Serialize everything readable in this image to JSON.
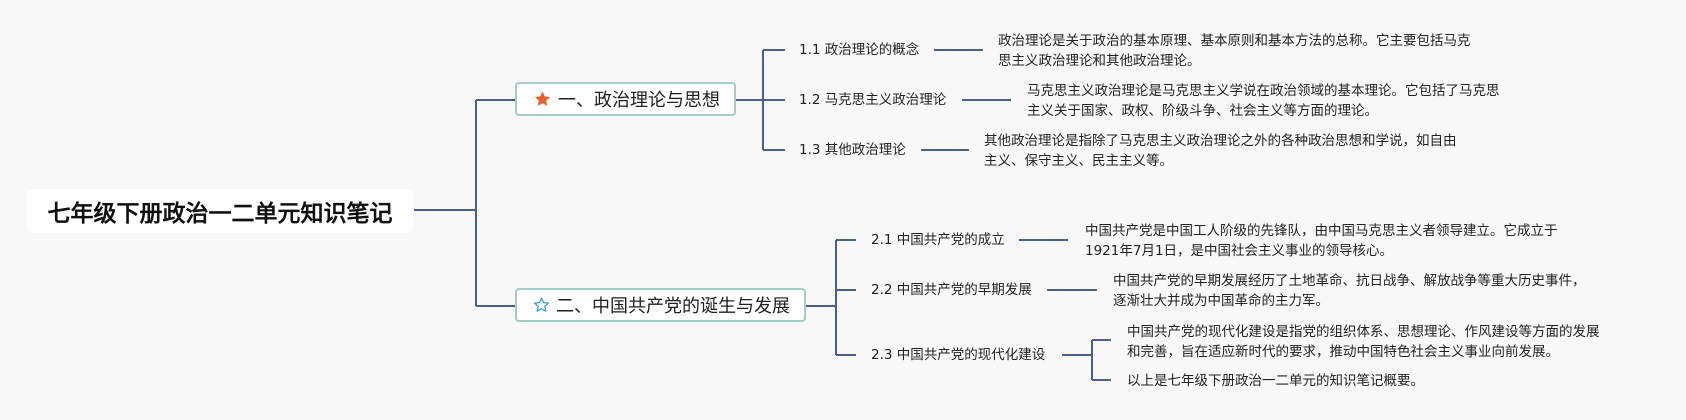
{
  "root": {
    "title": "七年级下册政治一二单元知识笔记"
  },
  "topics": [
    {
      "label": "一、政治理论与思想",
      "icon": "star-filled-icon",
      "icon_color": "#e8622a",
      "subtopics": [
        {
          "label": "1.1 政治理论的概念",
          "desc": [
            "政治理论是关于政治的基本原理、基本原则和基本方法的总称。它主要包括马克",
            "思主义政治理论和其他政治理论。"
          ]
        },
        {
          "label": "1.2 马克思主义政治理论",
          "desc": [
            "马克思主义政治理论是马克思主义学说在政治领域的基本理论。它包括了马克思",
            "主义关于国家、政权、阶级斗争、社会主义等方面的理论。"
          ]
        },
        {
          "label": "1.3 其他政治理论",
          "desc": [
            "其他政治理论是指除了马克思主义政治理论之外的各种政治思想和学说，如自由",
            "主义、保守主义、民主主义等。"
          ]
        }
      ]
    },
    {
      "label": "二、中国共产党的诞生与发展",
      "icon": "star-outline-icon",
      "icon_color": "#3a9bd9",
      "subtopics": [
        {
          "label": "2.1 中国共产党的成立",
          "desc": [
            "中国共产党是中国工人阶级的先锋队，由中国马克思主义者领导建立。它成立于",
            "1921年7月1日，是中国社会主义事业的领导核心。"
          ]
        },
        {
          "label": "2.2 中国共产党的早期发展",
          "desc": [
            "中国共产党的早期发展经历了土地革命、抗日战争、解放战争等重大历史事件，",
            "逐渐壮大并成为中国革命的主力军。"
          ]
        },
        {
          "label": "2.3 中国共产党的现代化建设",
          "desc": [
            "中国共产党的现代化建设是指党的组织体系、思想理论、作风建设等方面的发展",
            "和完善，旨在适应新时代的要求，推动中国特色社会主义事业向前发展。"
          ],
          "extra": "以上是七年级下册政治一二单元的知识笔记概要。"
        }
      ]
    }
  ],
  "colors": {
    "line": "#4a5f8c",
    "topic_border": "#a9cbc6"
  }
}
